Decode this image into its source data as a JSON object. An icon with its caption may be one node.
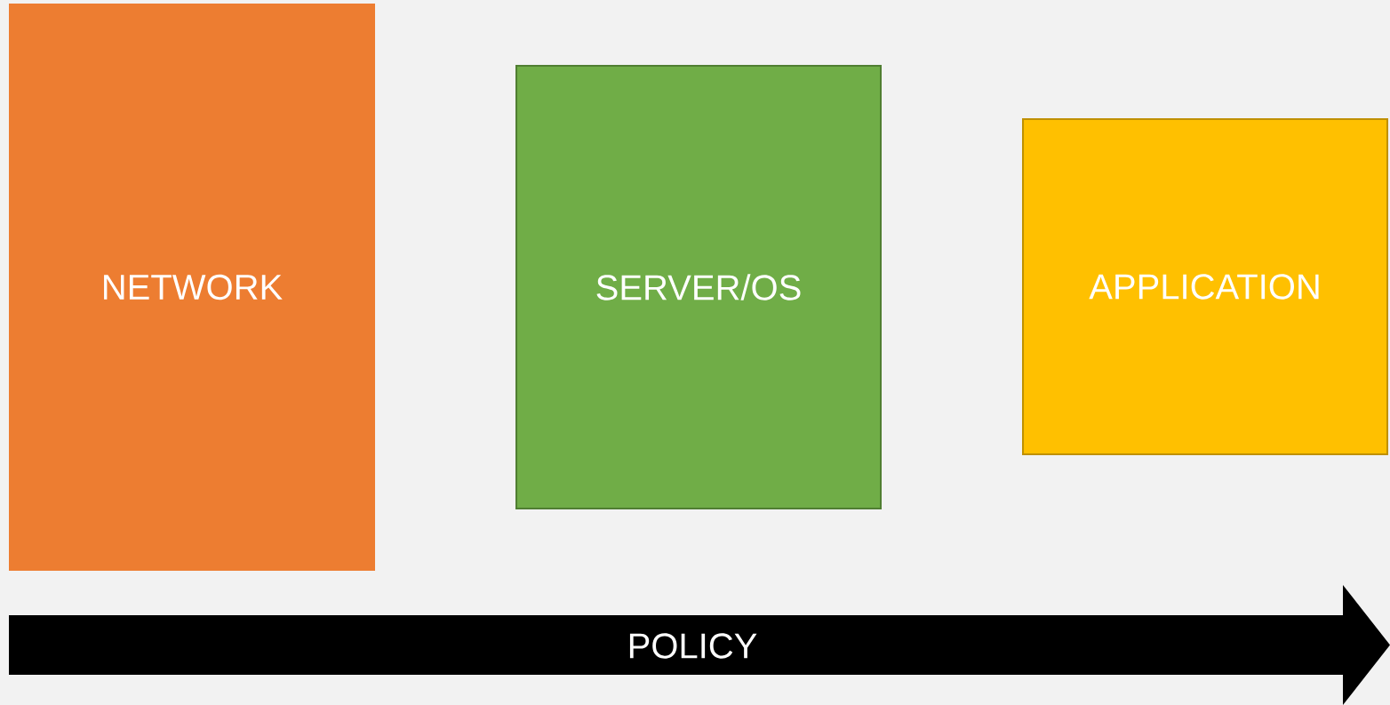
{
  "diagram": {
    "nodes": [
      {
        "text": [
          "NETWORK"
        ]
      },
      {
        "text": [
          "SERVER/OS"
        ]
      },
      {
        "text": [
          "APPLICATION"
        ]
      },
      {
        "text": [
          "POLICY"
        ]
      }
    ]
  }
}
